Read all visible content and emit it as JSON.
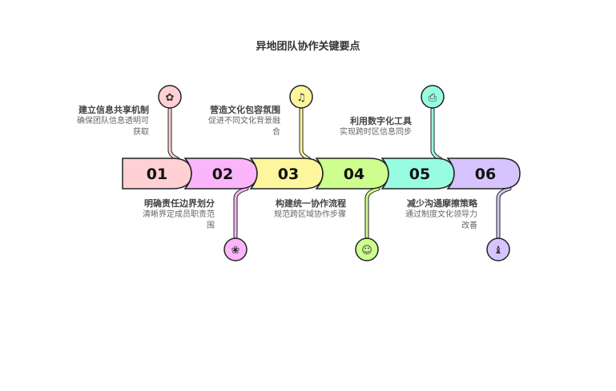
{
  "title": "异地团队协作关键要点",
  "steps": [
    {
      "num": "01",
      "title": "建立信息共享机制",
      "desc": "确保团队信息透明可获取",
      "color": "#FFD1D4",
      "line": "#C8A0A4",
      "icon": "gear-flower-icon",
      "pos": "top"
    },
    {
      "num": "02",
      "title": "明确责任边界划分",
      "desc": "清晰界定成员职责范围",
      "color": "#FBB5FB",
      "line": "#C88EC8",
      "icon": "globe-hands-icon",
      "pos": "bottom"
    },
    {
      "num": "03",
      "title": "营造文化包容氛围",
      "desc": "促进不同文化背景融合",
      "color": "#FDF69C",
      "line": "#E8DC60",
      "icon": "bell-icon",
      "pos": "top"
    },
    {
      "num": "04",
      "title": "构建统一协作流程",
      "desc": "规范跨区域协作步骤",
      "color": "#CDFE8E",
      "line": "#A6D860",
      "icon": "worker-icon",
      "pos": "bottom"
    },
    {
      "num": "05",
      "title": "利用数字化工具",
      "desc": "实现跨时区信息同步",
      "color": "#98FCE1",
      "line": "#60D8B8",
      "icon": "printer-icon",
      "pos": "top"
    },
    {
      "num": "06",
      "title": "减少沟通摩擦策略",
      "desc": "通过制度文化领导力改善",
      "color": "#D5C4FD",
      "line": "#A894DC",
      "icon": "chess-piece-icon",
      "pos": "bottom"
    }
  ]
}
